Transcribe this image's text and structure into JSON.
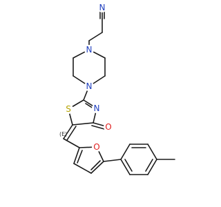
{
  "molecule": {
    "atoms": [
      {
        "id": "N1",
        "symbol": "N",
        "color": "#1f3fbf"
      },
      {
        "id": "N2",
        "symbol": "N",
        "color": "#1f3fbf"
      },
      {
        "id": "N3",
        "symbol": "N",
        "color": "#1f3fbf"
      },
      {
        "id": "N4",
        "symbol": "N",
        "color": "#1f3fbf"
      },
      {
        "id": "S1",
        "symbol": "S",
        "color": "#b5a300"
      },
      {
        "id": "O1",
        "symbol": "O",
        "color": "#e02020"
      },
      {
        "id": "O2",
        "symbol": "O",
        "color": "#e02020"
      }
    ],
    "stereo_label": {
      "text": "(E)"
    }
  }
}
